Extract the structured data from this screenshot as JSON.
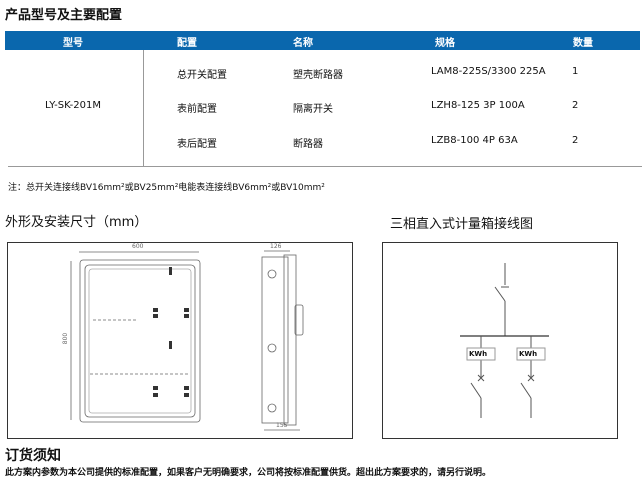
{
  "title": "产品型号及主要配置",
  "table": {
    "headers": [
      "型号",
      "配置",
      "名称",
      "规格",
      "数量"
    ],
    "model": "LY-SK-201M",
    "rows": [
      {
        "config": "总开关配置",
        "name": "塑壳断路器",
        "spec": "LAM8-225S/3300 225A",
        "qty": "1"
      },
      {
        "config": "表前配置",
        "name": "隔离开关",
        "spec": "LZH8-125 3P 100A",
        "qty": "2"
      },
      {
        "config": "表后配置",
        "name": "断路器",
        "spec": "LZB8-100 4P 63A",
        "qty": "2"
      }
    ]
  },
  "note": "注：总开关连接线BV16mm²或BV25mm²电能表连接线BV6mm²或BV10mm²",
  "dimensions": {
    "title": "外形及安装尺寸（mm）",
    "width": "600",
    "height": "800",
    "depth_top": "126",
    "depth_bottom": "155"
  },
  "wiring": {
    "title": "三相直入式计量箱接线图",
    "meter1": "KWh",
    "meter2": "KWh"
  },
  "order": {
    "title": "订货须知",
    "text": "此方案内参数为本公司提供的标准配置，如果客户无明确要求，公司将按标准配置供货。超出此方案要求的，请另行说明。"
  },
  "colors": {
    "header": "#0a67ad"
  }
}
